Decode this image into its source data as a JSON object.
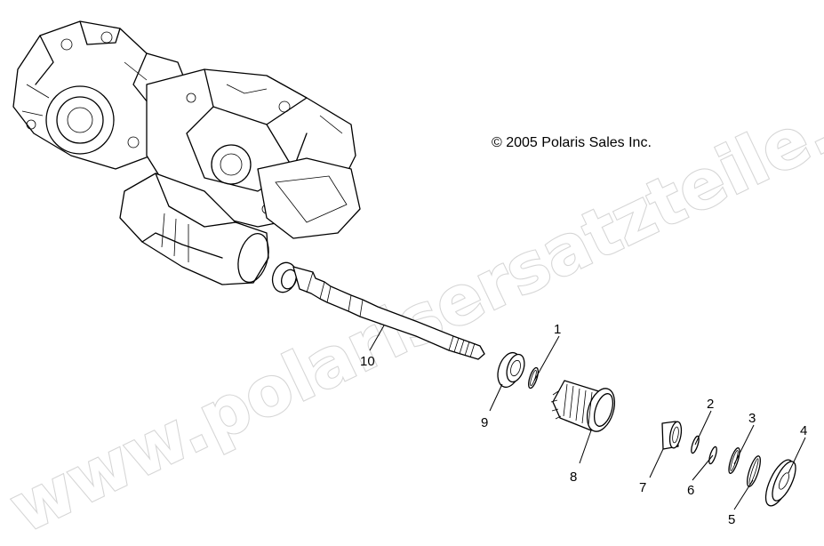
{
  "copyright": "© 2005 Polaris Sales Inc.",
  "watermark": "www.polarisersatzteile.de",
  "callouts": [
    {
      "id": "1",
      "label": "1"
    },
    {
      "id": "2",
      "label": "2"
    },
    {
      "id": "3",
      "label": "3"
    },
    {
      "id": "4",
      "label": "4"
    },
    {
      "id": "5",
      "label": "5"
    },
    {
      "id": "6",
      "label": "6"
    },
    {
      "id": "7",
      "label": "7"
    },
    {
      "id": "8",
      "label": "8"
    },
    {
      "id": "9",
      "label": "9"
    },
    {
      "id": "10",
      "label": "10"
    }
  ]
}
